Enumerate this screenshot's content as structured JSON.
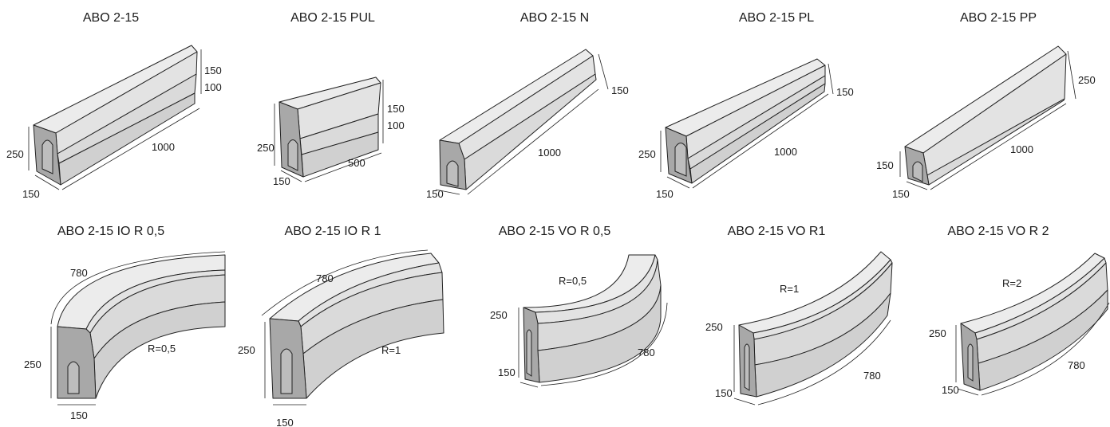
{
  "items": [
    {
      "name": "ABO 2-15",
      "dims": [
        "150",
        "100",
        "1000",
        "250",
        "150"
      ]
    },
    {
      "name": "ABO 2-15 PUL",
      "dims": [
        "150",
        "100",
        "500",
        "250",
        "150"
      ]
    },
    {
      "name": "ABO 2-15 N",
      "dims": [
        "150",
        "1000",
        "150"
      ]
    },
    {
      "name": "ABO 2-15 PL",
      "dims": [
        "150",
        "1000",
        "250",
        "150"
      ]
    },
    {
      "name": "ABO 2-15 PP",
      "dims": [
        "250",
        "1000",
        "150",
        "150"
      ]
    },
    {
      "name": "ABO 2-15 IO R 0,5",
      "dims": [
        "780",
        "250",
        "R=0,5",
        "150"
      ]
    },
    {
      "name": "ABO 2-15 IO R 1",
      "dims": [
        "780",
        "250",
        "R=1",
        "150"
      ]
    },
    {
      "name": "ABO 2-15 VO R 0,5",
      "dims": [
        "R=0,5",
        "250",
        "150",
        "780"
      ]
    },
    {
      "name": "ABO 2-15 VO R1",
      "dims": [
        "R=1",
        "250",
        "150",
        "780"
      ]
    },
    {
      "name": "ABO 2-15 VO R 2",
      "dims": [
        "R=2",
        "250",
        "150",
        "780"
      ]
    }
  ]
}
